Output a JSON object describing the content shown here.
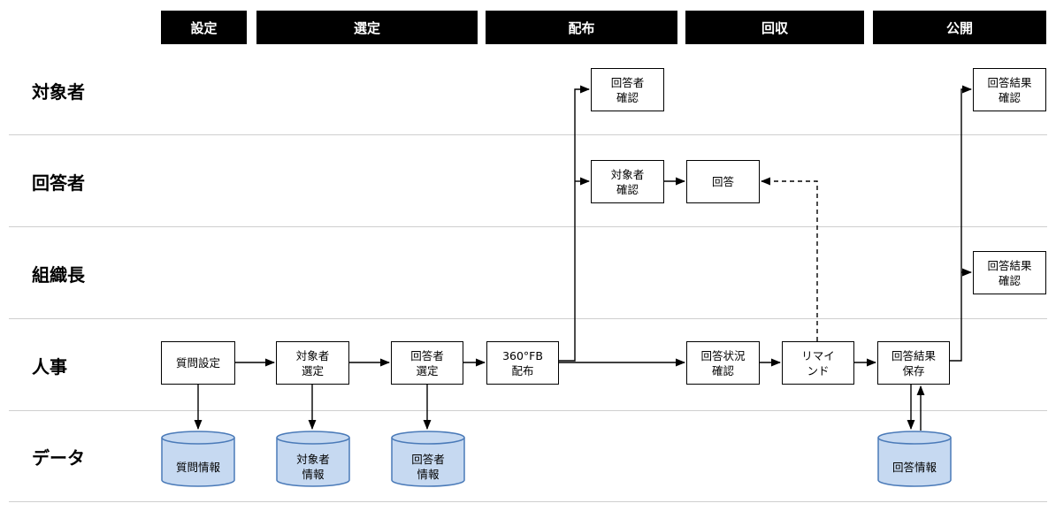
{
  "phases": [
    "設定",
    "選定",
    "配布",
    "回収",
    "公開"
  ],
  "lanes": [
    "対象者",
    "回答者",
    "組織長",
    "人事",
    "データ"
  ],
  "boxes": {
    "target_confirm": "回答者\n確認",
    "target_result": "回答結果\n確認",
    "respondent_confirm": "対象者\n確認",
    "respondent_answer": "回答",
    "manager_result": "回答結果\n確認",
    "hr_question": "質問設定",
    "hr_target_select": "対象者\n選定",
    "hr_respondent_select": "回答者\n選定",
    "hr_distribute": "360°FB\n配布",
    "hr_status": "回答状況\n確認",
    "hr_remind": "リマイ\nンド",
    "hr_save": "回答結果\n保存"
  },
  "datastores": {
    "question_info": "質問情報",
    "target_info": "対象者\n情報",
    "respondent_info": "回答者\n情報",
    "answer_info": "回答情報"
  },
  "colors": {
    "header_bg": "#000000",
    "header_text": "#ffffff",
    "datastore_fill": "#c6d9f1",
    "datastore_stroke": "#4a7ab8",
    "divider": "#cfcfcf"
  }
}
